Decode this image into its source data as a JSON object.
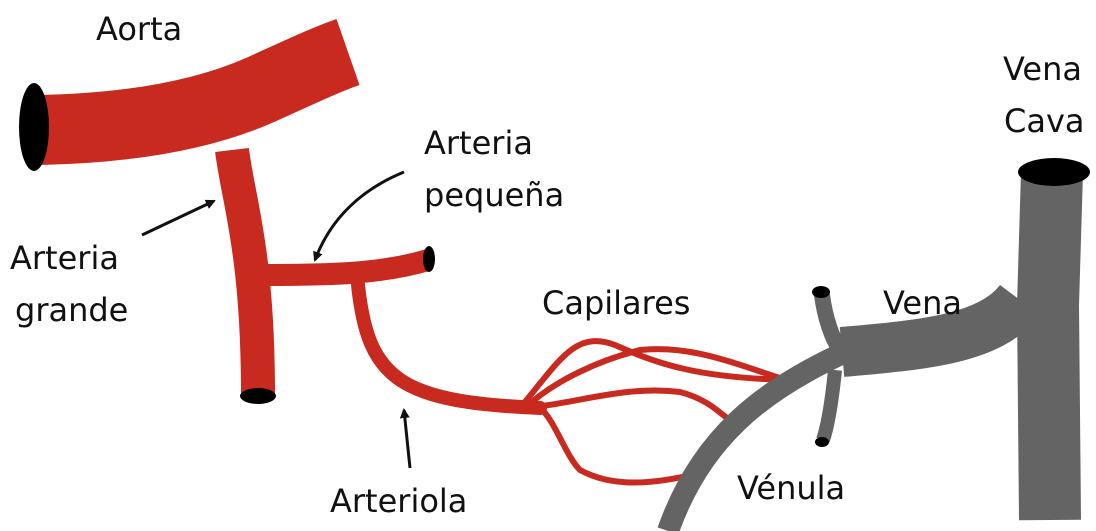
{
  "labels": {
    "aorta": "Aorta",
    "vena_cava_1": "Vena",
    "vena_cava_2": "Cava",
    "arteria_pequena_1": "Arteria",
    "arteria_pequena_2": "pequeña",
    "arteria_grande_1": "Arteria",
    "arteria_grande_2": "grande",
    "capilares": "Capilares",
    "vena": "Vena",
    "arteriola": "Arteriola",
    "venula": "Vénula"
  },
  "colors": {
    "artery": "#c82a1f",
    "vein": "#646464",
    "vessel_opening": "#000000",
    "text": "#111111",
    "background": "#ffffff"
  }
}
